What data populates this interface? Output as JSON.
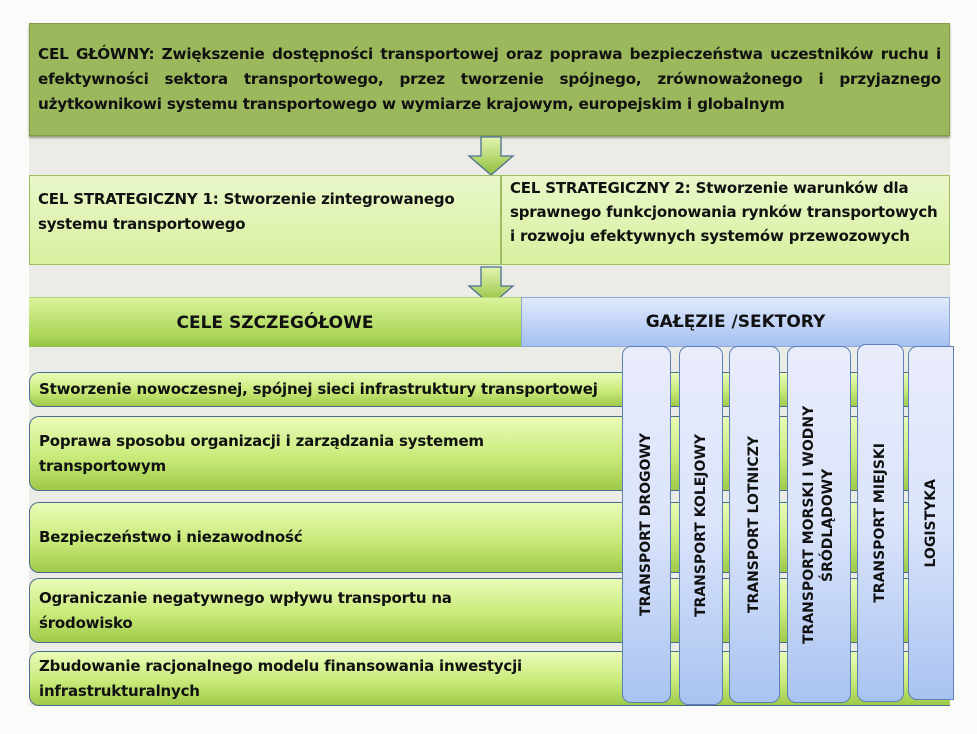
{
  "diagram": {
    "main_goal": {
      "text": "CEL GŁÓWNY: Zwiększenie dostępności transportowej oraz poprawa bezpieczeństwa uczestników ruchu i efektywności sektora transportowego, przez tworzenie spójnego, zrównoważonego i przyjaznego użytkownikowi systemu transportowego w wymiarze krajowym, europejskim i globalnym"
    },
    "strategic_goals": [
      {
        "text": "CEL STRATEGICZNY 1: Stworzenie zintegrowanego systemu transportowego"
      },
      {
        "text": "CEL STRATEGICZNY 2: Stworzenie warunków dla sprawnego funkcjonowania rynków transportowych i rozwoju efektywnych systemów przewozowych"
      }
    ],
    "headers": {
      "detailed_goals": "CELE SZCZEGÓŁOWE",
      "sectors": "GAŁĘZIE /SEKTORY"
    },
    "detailed_goals": [
      {
        "text": "Stworzenie nowoczesnej, spójnej sieci infrastruktury transportowej"
      },
      {
        "text": "Poprawa sposobu organizacji i zarządzania systemem transportowym"
      },
      {
        "text": "Bezpieczeństwo i niezawodność"
      },
      {
        "text": "Ograniczanie negatywnego wpływu transportu na środowisko"
      },
      {
        "text": "Zbudowanie racjonalnego modelu finansowania inwestycji infrastrukturalnych"
      }
    ],
    "sectors": [
      {
        "label": "TRANSPORT DROGOWY"
      },
      {
        "label": "TRANSPORT KOLEJOWY"
      },
      {
        "label": "TRANSPORT LOTNICZY"
      },
      {
        "label": "TRANSPORT MORSKI I WODNY ŚRÓDLĄDOWY"
      },
      {
        "label": "TRANSPORT MIEJSKI"
      },
      {
        "label": "LOGISTYKA"
      }
    ],
    "colors": {
      "main_goal": "#9bb85c",
      "strategic_goal": "#d8f0a0",
      "detailed_goal": "#b5dc60",
      "sector": "#c5d6f7",
      "border_blue": "#5b80b4"
    }
  }
}
